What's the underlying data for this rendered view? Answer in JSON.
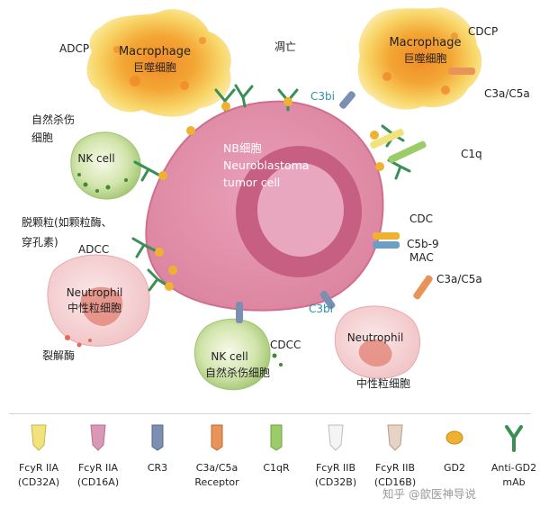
{
  "labels": {
    "adcp": "ADCP",
    "macrophage_left": "Macrophage",
    "macrophage_left_cn": "巨噬细胞",
    "apoptosis": "凋亡",
    "cdcp": "CDCP",
    "macrophage_right": "Macrophage",
    "macrophage_right_cn": "巨噬细胞",
    "c3a_c5a_top": "C3a/C5a",
    "c3bi_top": "C3bi",
    "nk_left_cn_1": "自然杀伤",
    "nk_left_cn_2": "细胞",
    "nk_left": "NK cell",
    "c1q": "C1q",
    "nb_cn": "NB细胞",
    "nb_1": "Neuroblastoma",
    "nb_2": "tumor cell",
    "degranulation_1": "脱颗粒(如颗粒酶、",
    "degranulation_2": "穿孔素)",
    "cdc": "CDC",
    "adcc": "ADCC",
    "c5b9": "C5b-9",
    "mac": "MAC",
    "neutrophil_left": "Neutrophil",
    "neutrophil_left_cn": "中性粒细胞",
    "c3a_c5a_right": "C3a/C5a",
    "c3bi_bottom": "C3bi",
    "lysozyme": "裂解酶",
    "nk_bottom": "NK cell",
    "nk_bottom_cn": "自然杀伤细胞",
    "cdcc": "CDCC",
    "neutrophil_right": "Neutrophil",
    "neutrophil_right_cn": "中性粒细胞"
  },
  "legend": [
    {
      "icon": "fcyr-iia-cd32a-icon",
      "color": "#f2e27c",
      "line1": "FcyR IIA",
      "line2": "(CD32A)"
    },
    {
      "icon": "fcyr-iia-cd16a-icon",
      "color": "#d998b6",
      "line1": "FcyR IIA",
      "line2": "(CD16A)"
    },
    {
      "icon": "cr3-icon",
      "color": "#7d8fb0",
      "line1": "CR3",
      "line2": ""
    },
    {
      "icon": "c3a-c5a-receptor-icon",
      "color": "#e8935a",
      "line1": "C3a/C5a",
      "line2": "Receptor"
    },
    {
      "icon": "c1qr-icon",
      "color": "#9ccc6a",
      "line1": "C1qR",
      "line2": ""
    },
    {
      "icon": "fcyr-iib-cd32b-icon",
      "color": "#f4f4f4",
      "line1": "FcyR IIB",
      "line2": "(CD32B)"
    },
    {
      "icon": "fcyr-iib-cd16b-icon",
      "color": "#e6d3c4",
      "line1": "FcyR IIB",
      "line2": "(CD16B)"
    },
    {
      "icon": "gd2-icon",
      "color": "#f0b030",
      "line1": "GD2",
      "line2": ""
    },
    {
      "icon": "anti-gd2-mab-icon",
      "color": "#3a8f55",
      "line1": "Anti-GD2",
      "line2": "mAb"
    }
  ],
  "watermark": "知乎 @歆医神导说",
  "colors": {
    "tumor": "#e391ab",
    "tumor_inner": "#c65f82",
    "nucleus": "#e9a7bf",
    "macrophage_outer": "#f8d76a",
    "macrophage_inner": "#f3a634",
    "nk": "#bcd78f",
    "neutrophil": "#f6d6d9",
    "antibody": "#3a8f55",
    "gd2": "#f0b030"
  }
}
